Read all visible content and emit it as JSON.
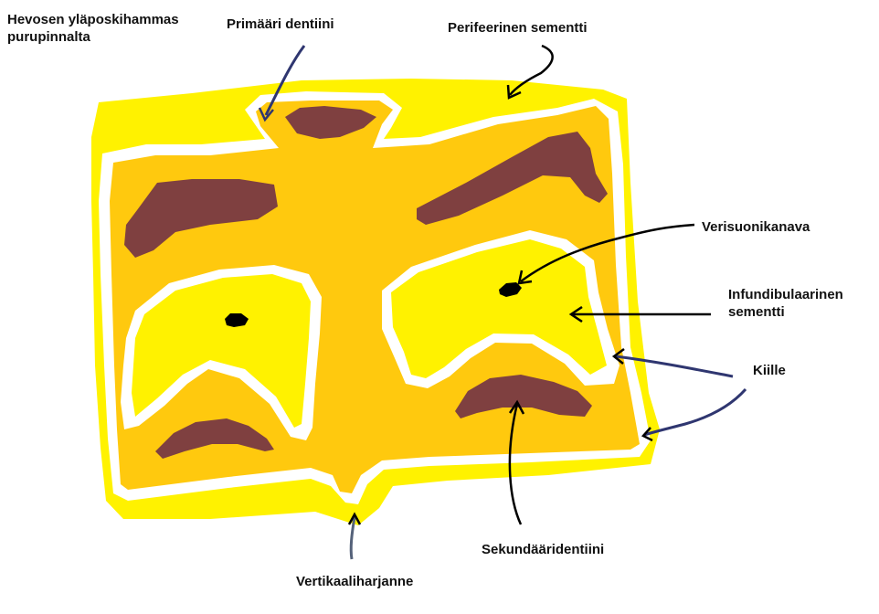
{
  "title": {
    "line1": "Hevosen yläposkihammas",
    "line2": "purupinnalta"
  },
  "labels": {
    "primaari_dentiini": "Primääri dentiini",
    "perifeerinen_sementti": "Perifeerinen sementti",
    "verisuonikanava": "Verisuonikanava",
    "infundibulaarinen_line1": "Infundibulaarinen",
    "infundibulaarinen_line2": "sementti",
    "kiille": "Kiille",
    "sekundaaridentiini": "Sekundääridentiini",
    "vertikaaliharjanne": "Vertikaaliharjanne"
  },
  "colors": {
    "peripheral_cement": "#fff200",
    "enamel": "#ffffff",
    "primary_dentin": "#ffc90e",
    "infundibular_cement": "#fff200",
    "secondary_dentin": "#7f4040",
    "vascular_canal": "#000000",
    "arrow_black": "#000000",
    "arrow_navy": "#2f3670",
    "arrow_slate": "#55627a"
  }
}
